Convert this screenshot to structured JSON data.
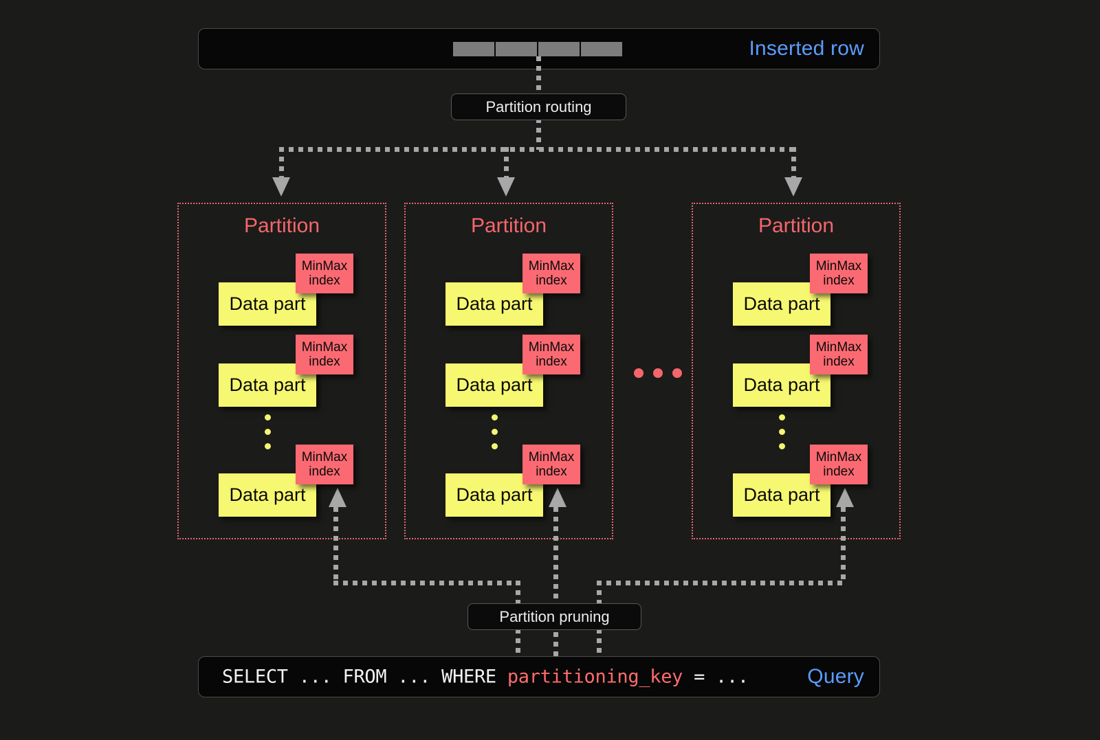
{
  "page": {
    "background": "#1b1b1a",
    "accent_red": "#f4666b",
    "accent_yellow": "#f7f871",
    "accent_blue": "#5b9dfc",
    "connector_gray": "#a8a8a8"
  },
  "inserted_row": {
    "tag": "Inserted row",
    "cells": [
      "",
      "",
      "",
      ""
    ]
  },
  "partition_routing": {
    "label": "Partition routing"
  },
  "partition_pruning": {
    "label": "Partition pruning"
  },
  "partitions": [
    {
      "title": "Partition",
      "parts": [
        {
          "data_part_label": "Data part",
          "minmax_line1": "MinMax",
          "minmax_line2": "index"
        },
        {
          "data_part_label": "Data part",
          "minmax_line1": "MinMax",
          "minmax_line2": "index"
        },
        {
          "data_part_label": "Data part",
          "minmax_line1": "MinMax",
          "minmax_line2": "index"
        }
      ]
    },
    {
      "title": "Partition",
      "parts": [
        {
          "data_part_label": "Data part",
          "minmax_line1": "MinMax",
          "minmax_line2": "index"
        },
        {
          "data_part_label": "Data part",
          "minmax_line1": "MinMax",
          "minmax_line2": "index"
        },
        {
          "data_part_label": "Data part",
          "minmax_line1": "MinMax",
          "minmax_line2": "index"
        }
      ]
    },
    {
      "title": "Partition",
      "parts": [
        {
          "data_part_label": "Data part",
          "minmax_line1": "MinMax",
          "minmax_line2": "index"
        },
        {
          "data_part_label": "Data part",
          "minmax_line1": "MinMax",
          "minmax_line2": "index"
        },
        {
          "data_part_label": "Data part",
          "minmax_line1": "MinMax",
          "minmax_line2": "index"
        }
      ]
    }
  ],
  "partition_ellipsis": "...",
  "query": {
    "tag": "Query",
    "sql_prefix": "SELECT ... FROM ... WHERE ",
    "sql_key": "partitioning_key",
    "sql_suffix": " = ..."
  }
}
